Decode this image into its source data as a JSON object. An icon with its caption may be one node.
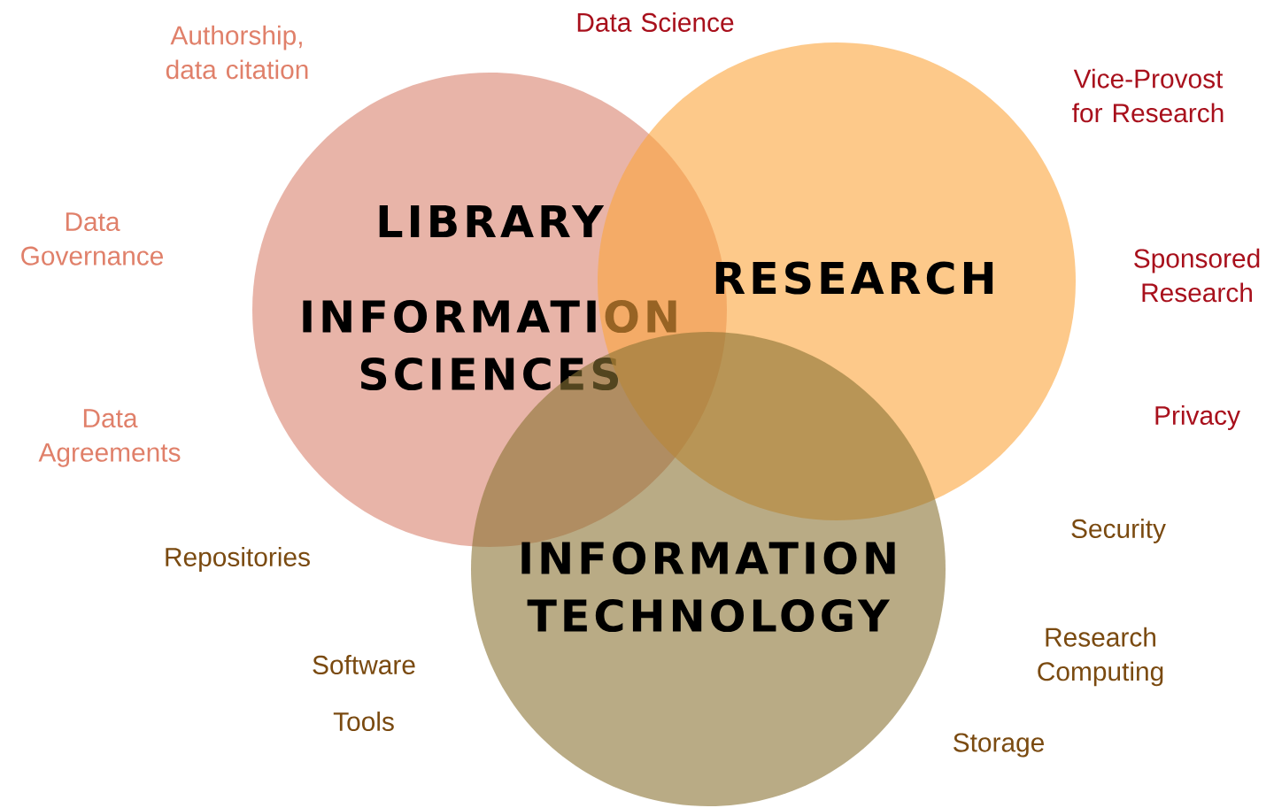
{
  "diagram": {
    "nodes": [
      {
        "text": [
          "LIBRARY",
          "INFORMATION SCIENCES"
        ]
      },
      {
        "text": [
          "RESEARCH"
        ]
      },
      {
        "text": [
          "INFORMATION TECHNOLOGY"
        ]
      }
    ],
    "labels": [
      "Data Science",
      "Authorship, data citation",
      "Vice-Provost for Research",
      "Data Governance",
      "Sponsored Research",
      "Data Agreements",
      "Privacy",
      "Security",
      "Repositories",
      "Research Computing",
      "Software",
      "Tools",
      "Storage"
    ]
  }
}
